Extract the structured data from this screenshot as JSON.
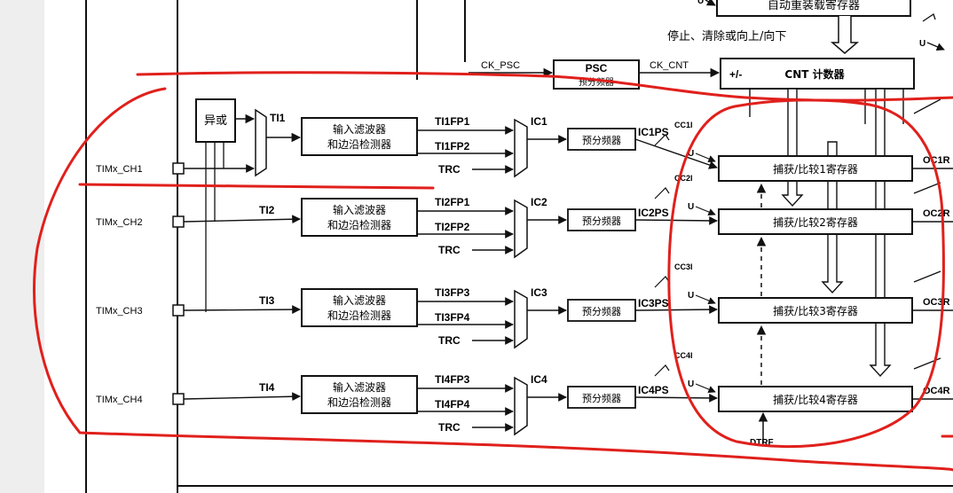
{
  "top": {
    "auto_reload_register": "自动重装载寄存器",
    "control_text": "停止、清除或向上/向下",
    "u_label": "U"
  },
  "clock": {
    "ck_psc": "CK_PSC",
    "psc_label": "PSC",
    "psc_sub": "预分频器",
    "ck_cnt": "CK_CNT",
    "cnt_sign": "+/-",
    "cnt_label": "CNT 计数器"
  },
  "xor_label": "异或",
  "ti1_label": "TI1",
  "inputs": [
    {
      "pin": "TIMx_CH1"
    },
    {
      "pin": "TIMx_CH2"
    },
    {
      "pin": "TIMx_CH3"
    },
    {
      "pin": "TIMx_CH4"
    }
  ],
  "ti_labels": [
    "TI2",
    "TI3",
    "TI4"
  ],
  "filter": {
    "line1": "输入滤波器",
    "line2": "和边沿检测器"
  },
  "channels": [
    {
      "fp_a": "TI1FP1",
      "fp_b": "TI1FP2",
      "trc": "TRC",
      "ic": "IC1",
      "prescaler": "预分频器",
      "icps": "IC1PS",
      "cci": "CC1I",
      "u": "U",
      "register": "捕获/比较1寄存器",
      "oc": "OC1R"
    },
    {
      "fp_a": "TI2FP1",
      "fp_b": "TI2FP2",
      "trc": "TRC",
      "ic": "IC2",
      "prescaler": "预分频器",
      "icps": "IC2PS",
      "cci": "CC2I",
      "u": "U",
      "register": "捕获/比较2寄存器",
      "oc": "OC2R"
    },
    {
      "fp_a": "TI3FP3",
      "fp_b": "TI3FP4",
      "trc": "TRC",
      "ic": "IC3",
      "prescaler": "预分频器",
      "icps": "IC3PS",
      "cci": "CC3I",
      "u": "U",
      "register": "捕获/比较3寄存器",
      "oc": "OC3R"
    },
    {
      "fp_a": "TI4FP3",
      "fp_b": "TI4FP4",
      "trc": "TRC",
      "ic": "IC4",
      "prescaler": "预分频器",
      "icps": "IC4PS",
      "cci": "CC4I",
      "u": "U",
      "register": "捕获/比较4寄存器",
      "oc": "OC4R"
    }
  ],
  "bottom_label": "DTRF",
  "colors": {
    "ink": "#111111",
    "annotation": "#e0201c",
    "background": "#ffffff",
    "left_strip": "#eeeeee"
  }
}
